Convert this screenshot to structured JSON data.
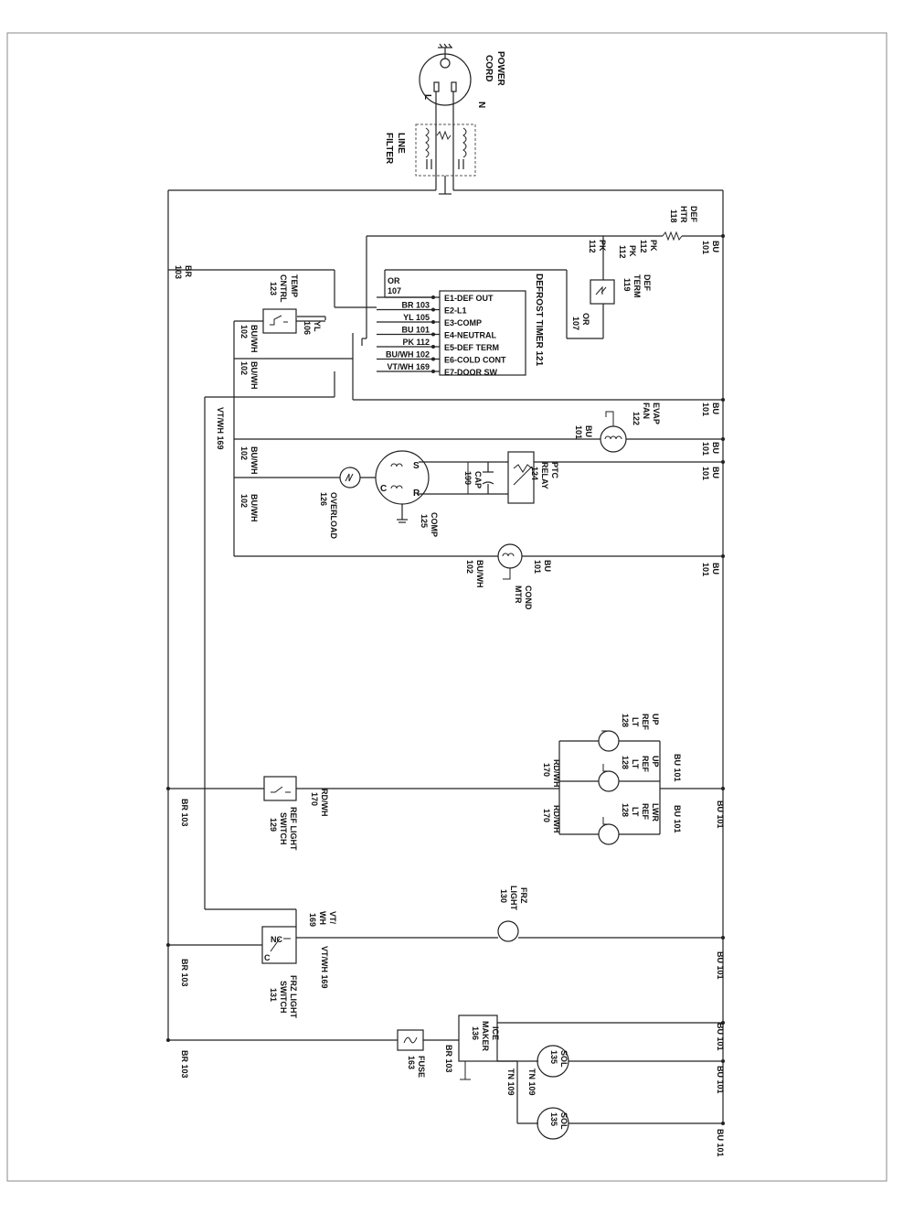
{
  "power": {
    "title_line1": "POWER",
    "title_line2": "CORD",
    "l": "L",
    "n": "N"
  },
  "filter": {
    "line1": "LINE",
    "line2": "FILTER"
  },
  "timer": {
    "title": "DEFROST TIMER 121",
    "terminals": [
      "E1-DEF OUT",
      "E2-L1",
      "E3-COMP",
      "E4-NEUTRAL",
      "E5-DEF TERM",
      "E6-COLD CONT",
      "E7-DOOR SW"
    ],
    "wires": [
      "BR 103",
      "YL 105",
      "BU 101",
      "PK 112",
      "BU/WH 102",
      "VT/WH 169"
    ],
    "or_label": "OR",
    "or_num": "107"
  },
  "labels": {
    "def_htr": [
      "DEF",
      "HTR",
      "118"
    ],
    "def_term": [
      "DEF",
      "TERM",
      "119"
    ],
    "pk_112_a": [
      "PK",
      "112"
    ],
    "pk_112_b": [
      "PK",
      "112"
    ],
    "pk_112_c": [
      "PK",
      "112"
    ],
    "or_107": [
      "OR",
      "107"
    ],
    "temp_cntrl": [
      "TEMP",
      "CNTRL",
      "123"
    ],
    "yl_106": [
      "YL",
      "106"
    ],
    "br_103_top": [
      "BR",
      "103"
    ],
    "buwh_102": [
      "BU/WH",
      "102"
    ],
    "vtwh_169": "VT/WH 169",
    "evap_fan": [
      "EVAP",
      "FAN",
      "122"
    ],
    "bu_101": [
      "BU",
      "101"
    ],
    "ptc_relay": [
      "PTC",
      "RELAY",
      "124"
    ],
    "cap": [
      "CAP",
      "199"
    ],
    "comp": [
      "COMP",
      "125"
    ],
    "overload": [
      "OVERLOAD",
      "126"
    ],
    "comp_s": "S",
    "comp_r": "R",
    "comp_c": "C",
    "cond_mtr": [
      "COND",
      "MTR"
    ],
    "up_ref_lt_1": [
      "UP",
      "REF",
      "LT",
      "128"
    ],
    "up_ref_lt_2": [
      "UP",
      "REF",
      "LT",
      "128"
    ],
    "lwr_ref_lt": [
      "LWR",
      "REF",
      "LT",
      "128"
    ],
    "rdwh_170": [
      "RD/WH",
      "170"
    ],
    "bu101_inline": "BU 101",
    "ref_light_switch": [
      "REF LIGHT",
      "SWITCH",
      "129"
    ],
    "br103": "BR 103",
    "frz_light": [
      "FRZ",
      "LIGHT",
      "130"
    ],
    "vt_wh_169_sw": [
      "VT/",
      "WH",
      "169"
    ],
    "frz_light_switch": [
      "FRZ LIGHT",
      "SWITCH",
      "131"
    ],
    "nc": "NC",
    "c": "C",
    "ice_maker": [
      "ICE",
      "MAKER",
      "136"
    ],
    "sol": [
      "SOL",
      "135"
    ],
    "fuse": [
      "FUSE",
      "163"
    ],
    "tn_109": "TN 109"
  }
}
